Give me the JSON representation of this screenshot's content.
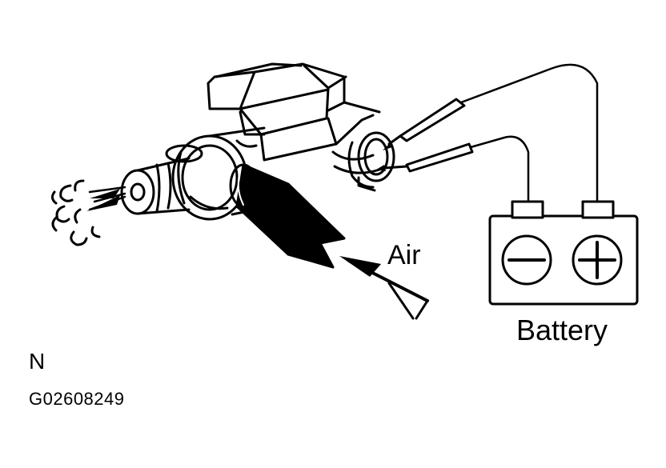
{
  "labels": {
    "air": "Air",
    "battery": "Battery",
    "view": "N",
    "figure_code": "G02608249"
  },
  "battery_terminals": {
    "negative_symbol": "minus-icon",
    "positive_symbol": "plus-icon"
  },
  "colors": {
    "ink": "#000000",
    "background": "#ffffff"
  }
}
